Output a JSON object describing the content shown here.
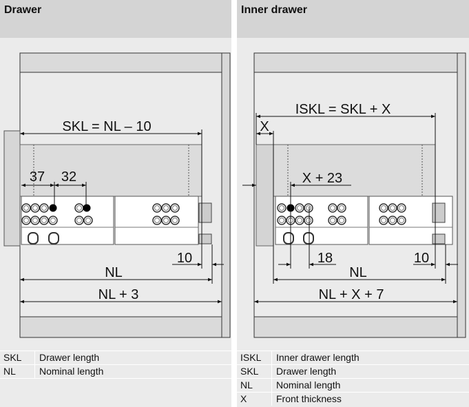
{
  "drawer": {
    "title": "Drawer",
    "dims": {
      "skl": "SKL = NL – 10",
      "d37": "37",
      "d32": "32",
      "d10": "10",
      "nl": "NL",
      "nl3": "NL + 3"
    },
    "legend": [
      {
        "abbr": "SKL",
        "text": "Drawer length"
      },
      {
        "abbr": "NL",
        "text": "Nominal length"
      }
    ]
  },
  "inner_drawer": {
    "title": "Inner drawer",
    "dims": {
      "iskl": "ISKL = SKL + X",
      "x": "X",
      "x23": "X + 23",
      "d18": "18",
      "d10": "10",
      "nl": "NL",
      "nlx7": "NL + X + 7"
    },
    "legend": [
      {
        "abbr": "ISKL",
        "text": "Inner drawer length"
      },
      {
        "abbr": "SKL",
        "text": "Drawer length"
      },
      {
        "abbr": "NL",
        "text": "Nominal length"
      },
      {
        "abbr": "X",
        "text": "Front thickness"
      }
    ]
  }
}
